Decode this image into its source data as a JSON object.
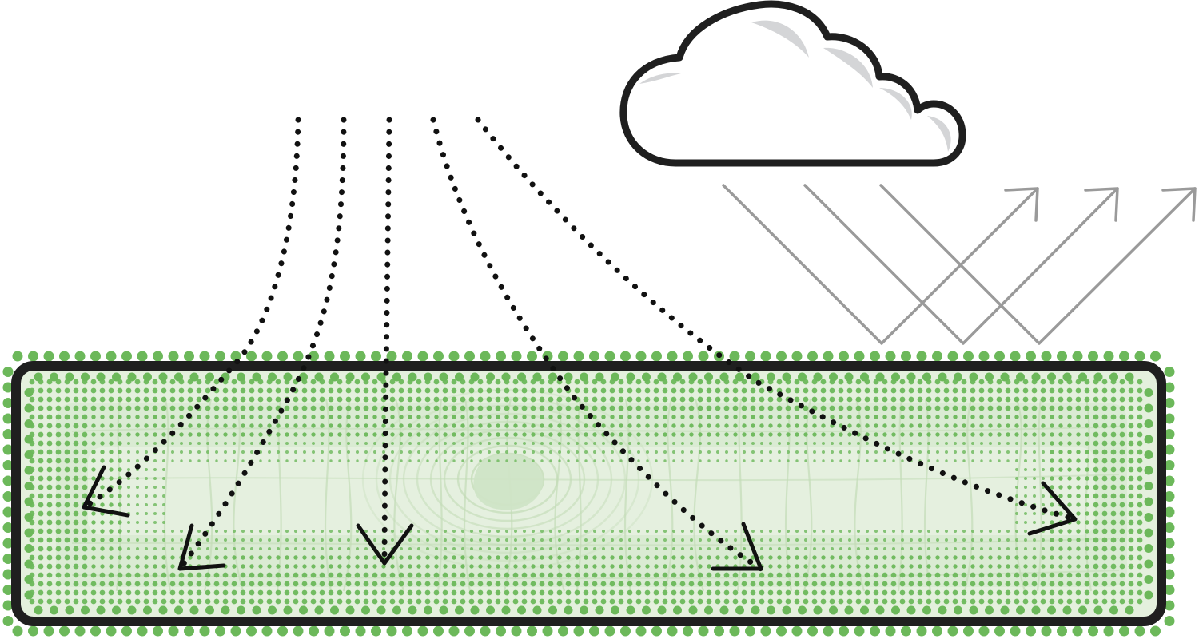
{
  "diagram": {
    "type": "illustration",
    "subject": "light paths",
    "colors": {
      "background": "#ffffff",
      "outline": "#1f1f1f",
      "cloud_fill": "#ffffff",
      "cloud_shade": "#d4d5d7",
      "reflected_rays": "#9a9a9a",
      "dots": "#6cb85a",
      "wood_light": "#e4f0dd",
      "wood_mid": "#cfe4c6",
      "wood_grain": "#c3dcb7",
      "ray_path": "#111111"
    },
    "elements": [
      {
        "name": "cloud",
        "icon": "cloud-icon"
      },
      {
        "name": "reflected-rays",
        "count": 3
      },
      {
        "name": "incoming-dotted-rays",
        "count": 5
      },
      {
        "name": "dotted-green-panel"
      }
    ]
  }
}
